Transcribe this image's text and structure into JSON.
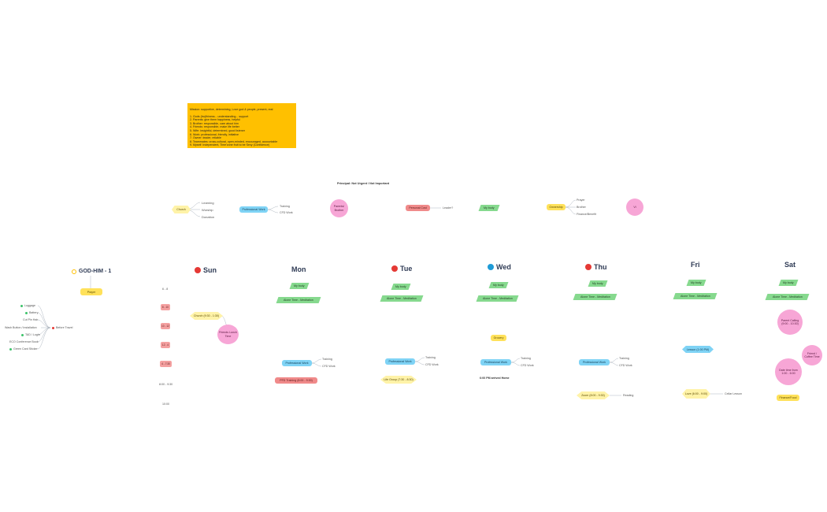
{
  "note": {
    "title": "Mission: supportive, determining, Love god & people, present, real",
    "lines": [
      "1. Gods (tru)thiness... understanding... support",
      "2. Parents: give them happiness, helpful",
      "3. Brother: responsible, care about him",
      "4. Friends: responsible, make life better",
      "5. Wife: insightful, determined, good listener",
      "6. Work: professional, friendly, initiative",
      "7. Owner: leader, reliable",
      "8. Teammates: cross-cultural, open-minded, encouraged, accountable",
      "9. Myself: Independent, Time'zone fruit to be Sexy (Confidence)"
    ]
  },
  "principal": {
    "title": "Principal: Not Urgent / Not Important"
  },
  "topics": {
    "church": {
      "label": "Church",
      "items": [
        "Learning",
        "Worship",
        "Donation"
      ]
    },
    "work": {
      "label": "Professional Work",
      "items": [
        "Training",
        "CFD Work"
      ]
    },
    "parents": {
      "label": "Parents/ Brother"
    },
    "personal": {
      "label": "Personal Cost",
      "item": "Leader?"
    },
    "body": {
      "label": "My body"
    },
    "ownership": {
      "label": "Ownership",
      "items": [
        "Prayer",
        "Brother",
        "Finance/Benefit"
      ]
    },
    "vi": {
      "label": "Vi"
    }
  },
  "root": {
    "title": "GOD-HIM - 1",
    "prayer": "Prayer",
    "before": "Before Travel",
    "checklist": [
      "Luggage",
      "Battery",
      "Cut Pin Hair",
      "Wash Button / Installation",
      "TAD / Login",
      "ECO Conference Book",
      "Green Card Sticker"
    ]
  },
  "times": [
    "6 - 8",
    "8 - 10",
    "10 - 12",
    "12 - 4",
    "4 - 7:30",
    "8:00 - 9:30",
    "10:00"
  ],
  "days": [
    {
      "name": "Sun",
      "dot": "#E53935"
    },
    {
      "name": "Mon",
      "dot": ""
    },
    {
      "name": "Tue",
      "dot": "#E53935"
    },
    {
      "name": "Wed",
      "dot": "#1E9BD7"
    },
    {
      "name": "Thu",
      "dot": "#E53935"
    },
    {
      "name": "Fri",
      "dot": ""
    },
    {
      "name": "Sat",
      "dot": ""
    }
  ],
  "common": {
    "body": "My body",
    "alone": "Alone Time - Meditation",
    "work": "Professional Work",
    "training": "Training",
    "cfd": "CFD Work"
  },
  "events": {
    "sun_church": "Church (9:30 - 1:30)",
    "sun_friends": "Friends Lunch Time",
    "mon_training": "PFD Training (8:00 - 9:30)",
    "tue_life": "Life Group (7:30 - 8:30)",
    "wed_grocery": "Grocery",
    "wed_home": "6:00 PM arrived Home",
    "thu_zoom": "Zoom (8:00 - 9:30)",
    "thu_reading": "Reading",
    "fri_lesson": "Lesson (1:00 PM)",
    "fri_love": "Love (6:00 - 9:00)",
    "fri_cellar": "Cellar Lesson",
    "sat_parent": "Parent Calling (9:00 - 10:30)",
    "sat_friend": "Friend / Coffee Time",
    "sat_date": "Date time from 1:00 - 6:00",
    "sat_finance": "Finance/Food"
  },
  "colors": {
    "yellow": "#FFC000",
    "green": "#86D98E",
    "blue": "#7FD3F5",
    "pink": "#F7A6D6",
    "red": "#F08A8A"
  }
}
